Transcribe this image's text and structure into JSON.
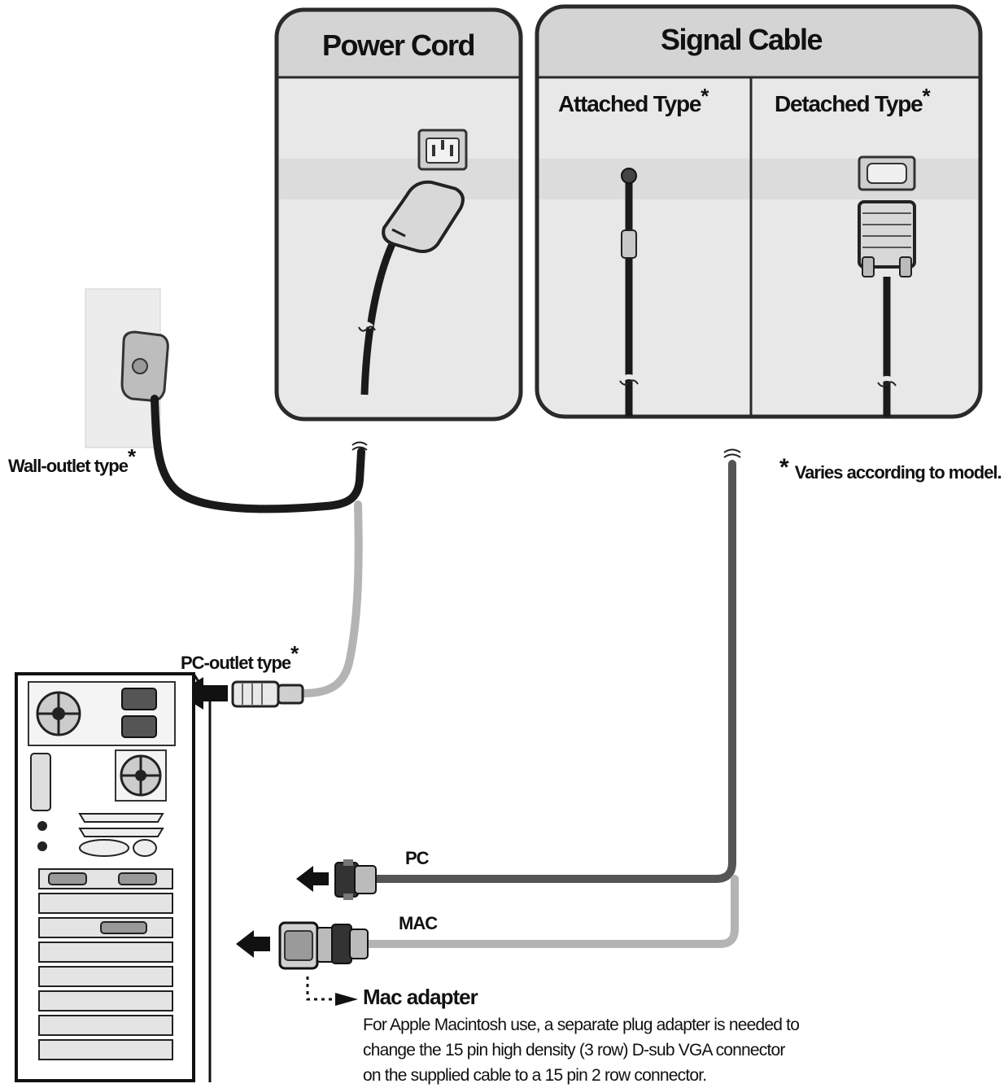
{
  "panels": {
    "power_cord": {
      "title": "Power Cord"
    },
    "signal_cable": {
      "title": "Signal Cable",
      "attached_type": "Attached Type",
      "detached_type": "Detached Type"
    }
  },
  "labels": {
    "wall_outlet": "Wall-outlet type",
    "pc_outlet": "PC-outlet type",
    "asterisk": "*",
    "note": "Varies according to model.",
    "pc": "PC",
    "mac": "MAC"
  },
  "mac_adapter": {
    "title": "Mac adapter",
    "lines": [
      "For Apple Macintosh use, a separate plug adapter is needed to",
      "change the 15 pin high density (3 row) D-sub VGA connector",
      "on the supplied cable to a 15 pin 2 row connector."
    ]
  },
  "colors": {
    "panel_fill": "#e6e6e6",
    "panel_header": "#d6d6d6",
    "outline": "#2a2a2a",
    "power_cable": "#1a1a1a",
    "pc_cable": "#555555",
    "light_cable": "#b4b4b4"
  }
}
